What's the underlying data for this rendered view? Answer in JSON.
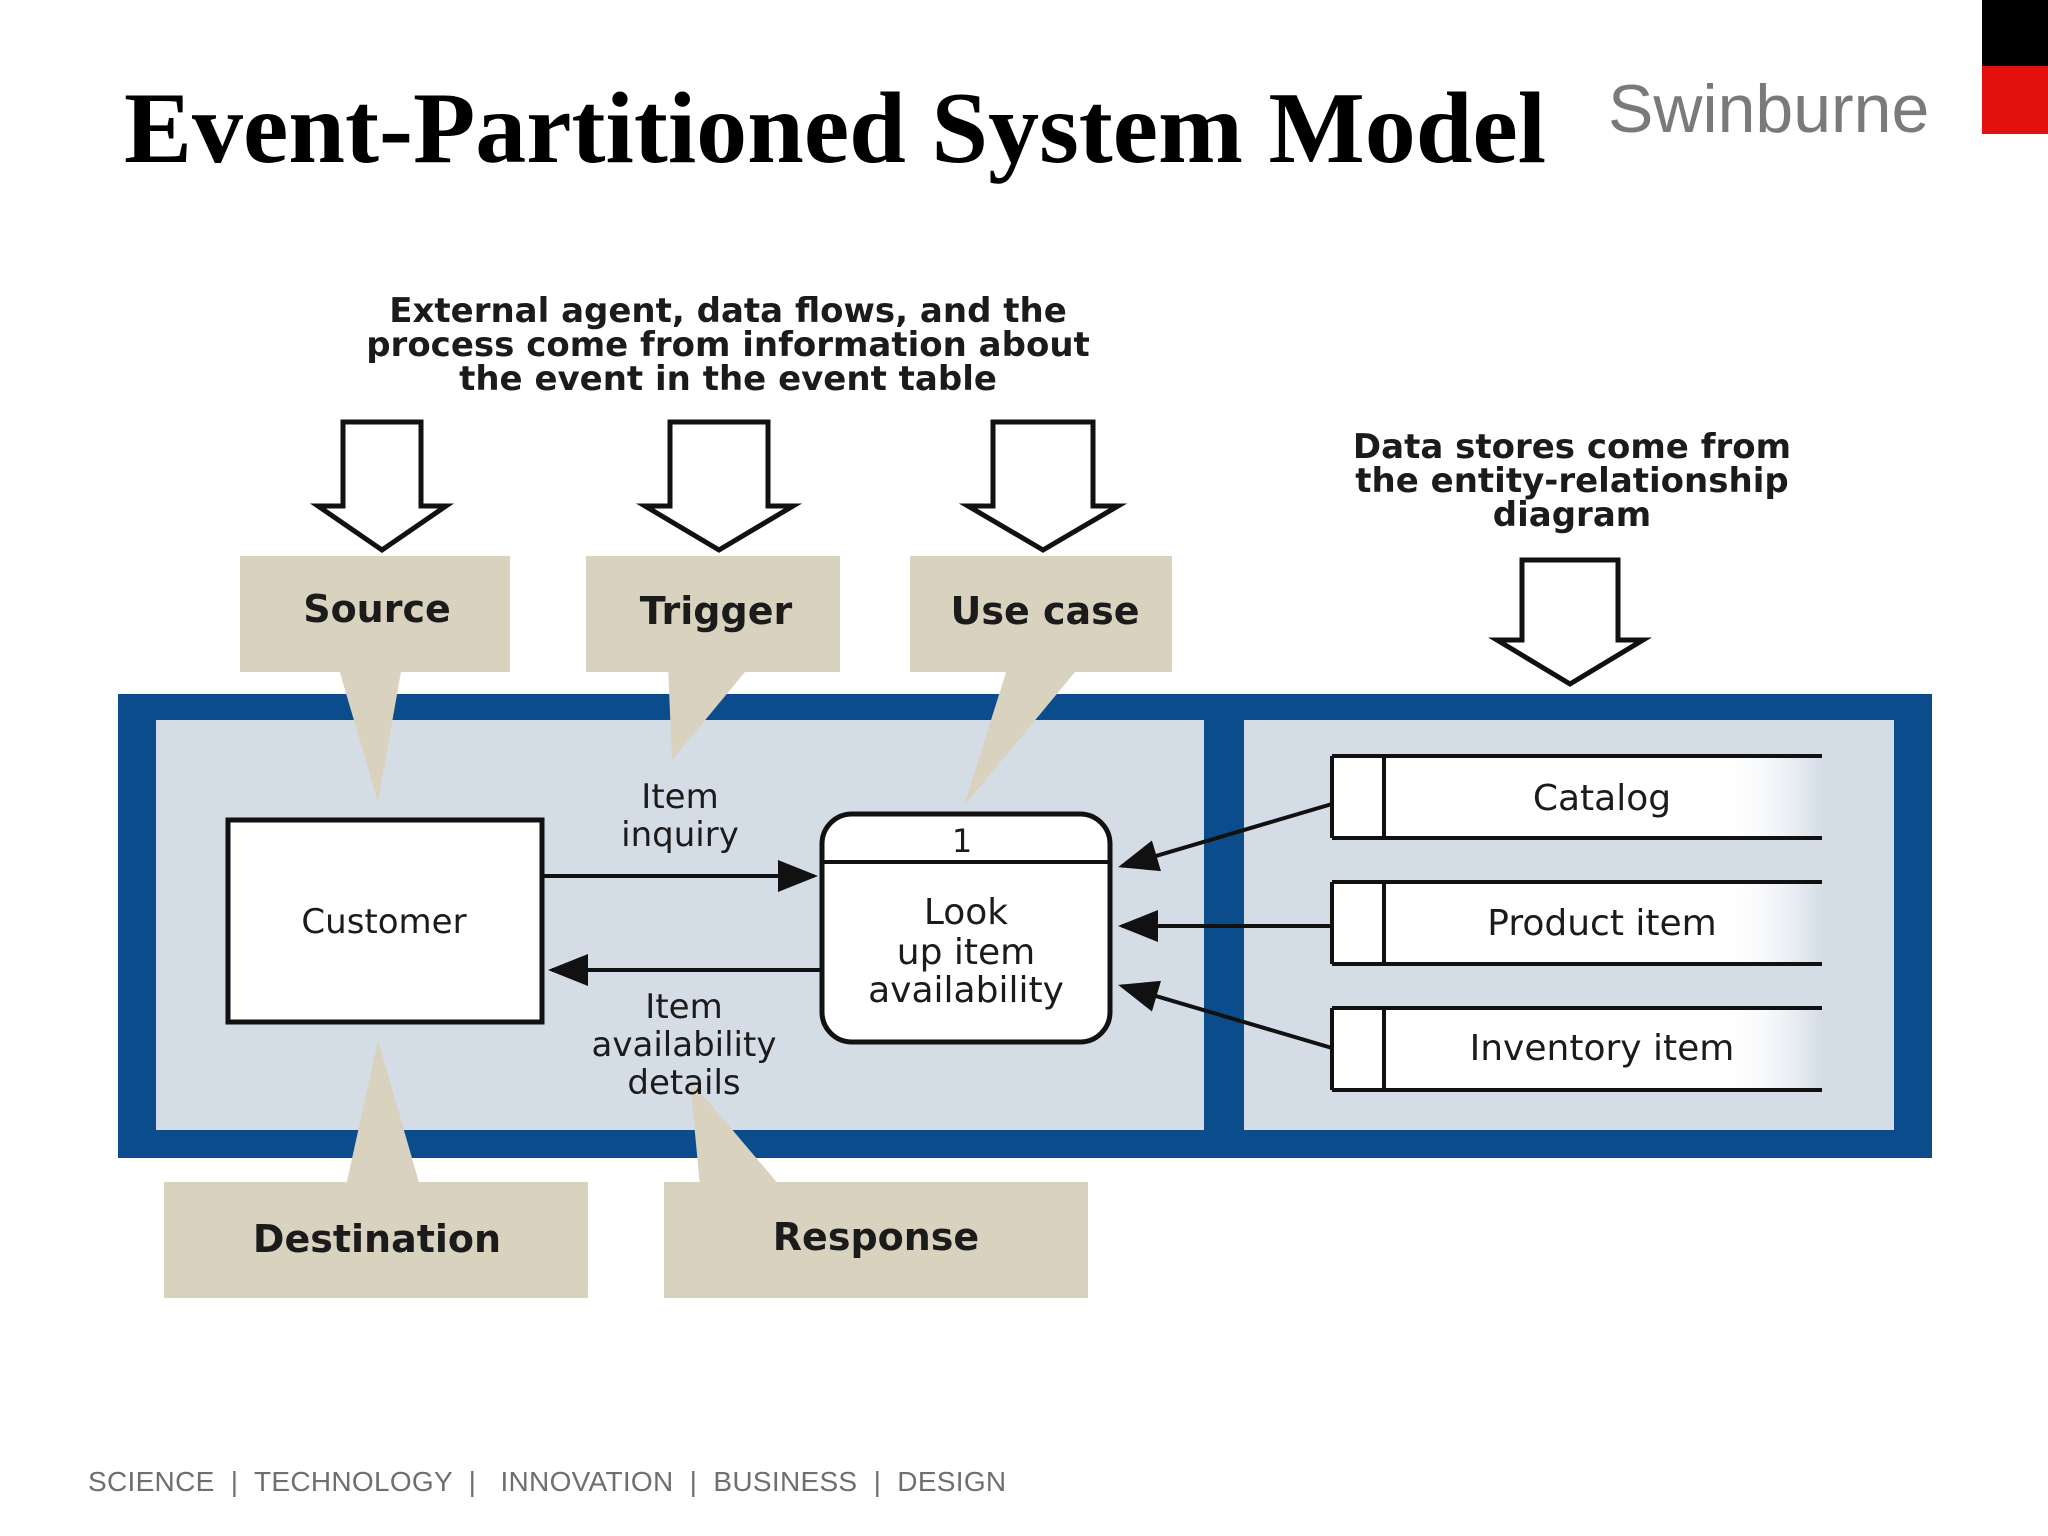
{
  "slide": {
    "title": "Event-Partitioned System Model",
    "brand": "Swinburne",
    "footer": "SCIENCE  |  TECHNOLOGY  |   INNOVATION  |  BUSINESS  |  DESIGN"
  },
  "colors": {
    "frame_blue": "#0b4d8c",
    "panel_fill": "#d4dce6",
    "callout_fill": "#d9d2bf",
    "brand_red": "#e3110e"
  },
  "diagram": {
    "note_left": [
      "External agent, data flows, and the",
      "process come from information about",
      "the event in the event table"
    ],
    "note_right": [
      "Data stores come from",
      "the entity-relationship",
      "diagram"
    ],
    "callouts": {
      "source": "Source",
      "trigger": "Trigger",
      "use_case": "Use case",
      "destination": "Destination",
      "response": "Response"
    },
    "external_agent": "Customer",
    "process": {
      "number": "1",
      "lines": [
        "Look",
        "up item",
        "availability"
      ]
    },
    "flows": {
      "inquiry": [
        "Item",
        "inquiry"
      ],
      "details": [
        "Item",
        "availability",
        "details"
      ]
    },
    "data_stores": [
      "Catalog",
      "Product item",
      "Inventory item"
    ]
  }
}
